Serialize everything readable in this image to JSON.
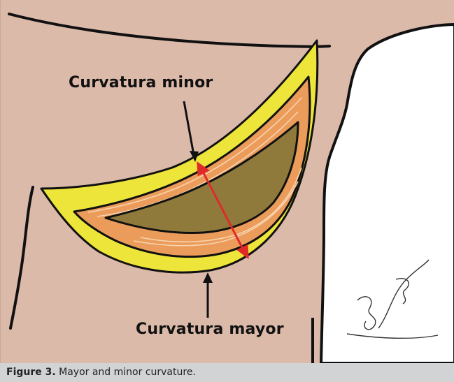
{
  "labels": {
    "minor": "Curvatura minor",
    "major": "Curvatura mayor"
  },
  "caption": {
    "figure_number": "Figure 3.",
    "text": " Mayor and minor curvature."
  },
  "colors": {
    "background_tissue": "#dcbaaa",
    "outer_layer": "#eee53a",
    "muscle_layer": "#ec9c5a",
    "lumen": "#8f7a3c",
    "measurement_arrow": "#e02a2a",
    "caption_bar": "#d2d3d5"
  }
}
